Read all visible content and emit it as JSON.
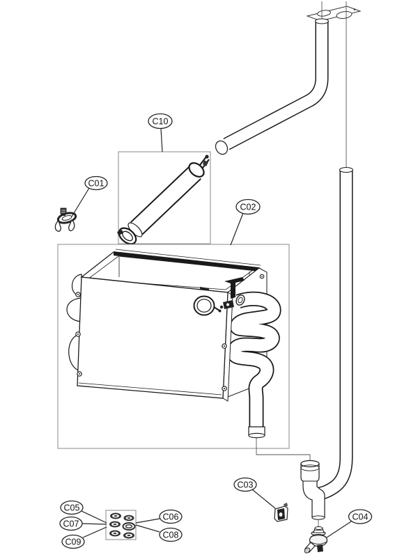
{
  "diagram": {
    "type": "exploded-parts-diagram",
    "background": "#ffffff",
    "colors": {
      "line": "#1a1a1a",
      "detail_box_border": "#9b9b9b",
      "label_text": "#111111"
    },
    "callouts": [
      {
        "label": "C01",
        "part": "hose-spring-clamp"
      },
      {
        "label": "C02",
        "part": "heater-unit-box-assembly"
      },
      {
        "label": "C03",
        "part": "small-hose-clamp"
      },
      {
        "label": "C04",
        "part": "drain-valve"
      },
      {
        "label": "C05",
        "part": "gasket"
      },
      {
        "label": "C06",
        "part": "gasket"
      },
      {
        "label": "C07",
        "part": "gasket"
      },
      {
        "label": "C08",
        "part": "gasket"
      },
      {
        "label": "C09",
        "part": "gasket"
      },
      {
        "label": "C10",
        "part": "connector-hose-with-clamps"
      }
    ]
  }
}
